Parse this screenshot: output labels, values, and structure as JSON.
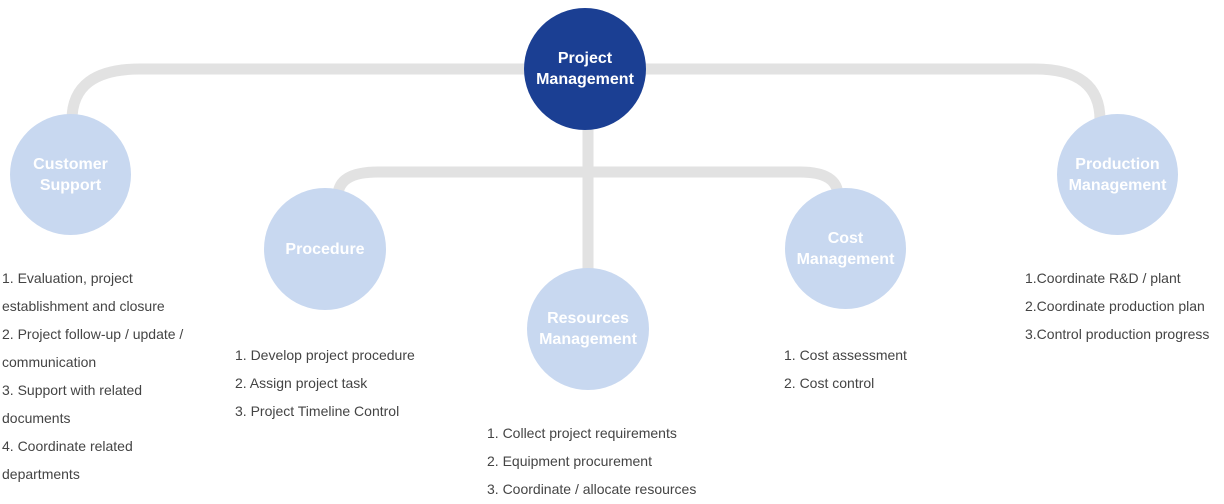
{
  "main_node": {
    "line1": "Project",
    "line2": "Management"
  },
  "branches": [
    {
      "id": "customer-support",
      "line1": "Customer",
      "line2": "Support",
      "items": [
        "1. Evaluation, project establishment and closure",
        "2. Project follow-up / update / communication",
        "3. Support with related documents",
        "4. Coordinate related departments"
      ]
    },
    {
      "id": "procedure",
      "line1": "Procedure",
      "line2": "",
      "items": [
        "1. Develop project procedure",
        "2. Assign project task",
        "3. Project Timeline Control"
      ]
    },
    {
      "id": "resources-management",
      "line1": "Resources",
      "line2": "Management",
      "items": [
        "1. Collect project requirements",
        "2. Equipment procurement",
        "3. Coordinate / allocate resources"
      ]
    },
    {
      "id": "cost-management",
      "line1": "Cost",
      "line2": "Management",
      "items": [
        "1. Cost assessment",
        "2. Cost control"
      ]
    },
    {
      "id": "production-management",
      "line1": "Production",
      "line2": "Management",
      "items": [
        "1.Coordinate R&D / plant",
        "2.Coordinate production plan",
        "3.Control production progress"
      ]
    }
  ],
  "colors": {
    "main_node": "#1b3f93",
    "sub_node": "#c8d8f0",
    "connector": "#e2e2e2",
    "text": "#444444"
  }
}
